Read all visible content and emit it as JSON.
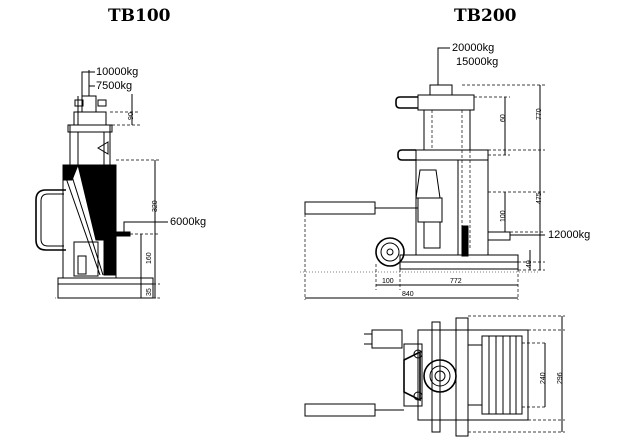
{
  "models": {
    "left": {
      "title": "TB100"
    },
    "right": {
      "title": "TB200"
    }
  },
  "tb100": {
    "capacity_top_1": "10000kg",
    "capacity_top_2": "7500kg",
    "capacity_toe": "6000kg",
    "dims": {
      "stroke_top": "90",
      "height": "320",
      "toe_height": "160",
      "base": "35"
    }
  },
  "tb200": {
    "capacity_top_1": "20000kg",
    "capacity_top_2": "15000kg",
    "capacity_toe": "12000kg",
    "dims": {
      "overall_height": "770",
      "lift_top": "60",
      "height_mid": "475",
      "toe_stroke": "100",
      "toe_height": "40",
      "wheel_offset": "100",
      "base_length": "772",
      "total_length": "840",
      "width_inner": "240",
      "width_outer": "296"
    }
  }
}
